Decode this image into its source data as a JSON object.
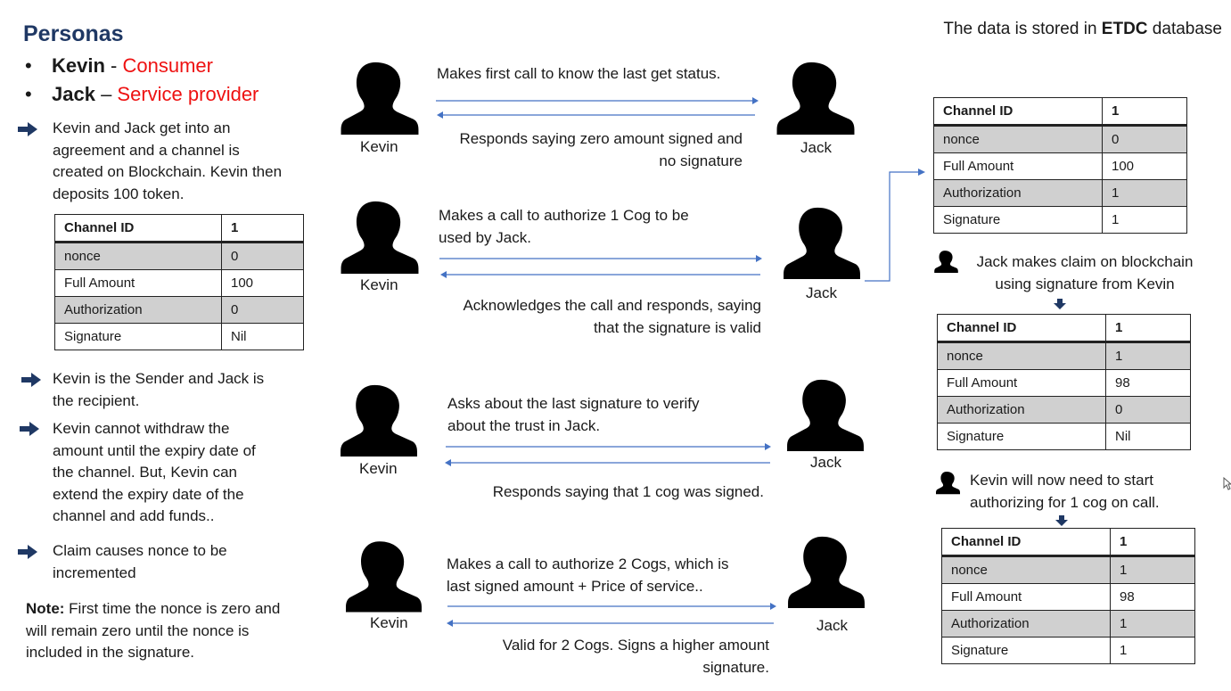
{
  "header": {
    "title": "Personas",
    "storage_prefix": "The data is stored in ",
    "storage_db": "ETDC",
    "storage_suffix": " database"
  },
  "personas": [
    {
      "name": "Kevin",
      "sep": " - ",
      "role": "Consumer"
    },
    {
      "name": "Jack",
      "sep": " – ",
      "role": "Service provider"
    }
  ],
  "notes": {
    "n1": [
      "Kevin and Jack get into an",
      "agreement and a channel is",
      "created on Blockchain. Kevin then",
      "deposits 100 token."
    ],
    "n2": [
      "Kevin is the Sender and  Jack is",
      "the recipient."
    ],
    "n3": [
      "Kevin cannot withdraw the",
      "amount until the expiry date of",
      "the channel. But, Kevin can",
      "extend the expiry date of the",
      "channel and add funds.."
    ],
    "n4": [
      "Claim causes nonce to be",
      "incremented"
    ],
    "final_label": "Note:",
    "final_lines": [
      " First time the nonce is zero and",
      "will remain zero until the nonce is",
      "included in the signature."
    ]
  },
  "tables": {
    "initial": [
      [
        "Channel ID",
        "1"
      ],
      [
        "nonce",
        "0"
      ],
      [
        "Full Amount",
        "100"
      ],
      [
        "Authorization",
        "0"
      ],
      [
        "Signature",
        "Nil"
      ]
    ],
    "stored": [
      [
        "Channel ID",
        "1"
      ],
      [
        "nonce",
        "0"
      ],
      [
        "Full Amount",
        "100"
      ],
      [
        "Authorization",
        "1"
      ],
      [
        "Signature",
        "1"
      ]
    ],
    "after_claim": [
      [
        "Channel ID",
        "1"
      ],
      [
        "nonce",
        "1"
      ],
      [
        "Full Amount",
        "98"
      ],
      [
        "Authorization",
        "0"
      ],
      [
        "Signature",
        "Nil"
      ]
    ],
    "next": [
      [
        "Channel ID",
        "1"
      ],
      [
        "nonce",
        "1"
      ],
      [
        "Full Amount",
        "98"
      ],
      [
        "Authorization",
        "1"
      ],
      [
        "Signature",
        "1"
      ]
    ]
  },
  "steps": [
    {
      "sender": "Kevin",
      "receiver": "Jack",
      "request": [
        "Makes first call to know the last get status."
      ],
      "response": [
        "Responds saying zero amount signed and",
        "no signature"
      ]
    },
    {
      "sender": "Kevin",
      "receiver": "Jack",
      "request": [
        "Makes a call to authorize 1 Cog to be",
        "used by Jack."
      ],
      "response": [
        "Acknowledges the call and responds, saying",
        "that the signature is valid"
      ]
    },
    {
      "sender": "Kevin",
      "receiver": "Jack",
      "request": [
        "Asks about the last signature to verify",
        "about the trust in Jack."
      ],
      "response": [
        "Responds  saying that 1 cog was signed."
      ]
    },
    {
      "sender": "Kevin",
      "receiver": "Jack",
      "request": [
        "Makes a call to authorize 2 Cogs, which is",
        "last signed amount + Price of service.."
      ],
      "response": [
        "Valid for 2 Cogs. Signs a higher amount",
        "signature."
      ]
    }
  ],
  "side": {
    "claim": [
      "Jack makes claim on blockchain",
      "using signature from Kevin"
    ],
    "authorize": [
      "Kevin  will now need to start",
      "authorizing for 1 cog on call."
    ]
  },
  "colors": {
    "title": "#1f3864",
    "role": "#ee1111",
    "arrow": "#4472c4",
    "bullet_arrow": "#1f3864"
  },
  "icons": [
    "arrow-bullet-icon",
    "person-silhouette-icon",
    "down-arrow-icon",
    "cursor-icon"
  ]
}
